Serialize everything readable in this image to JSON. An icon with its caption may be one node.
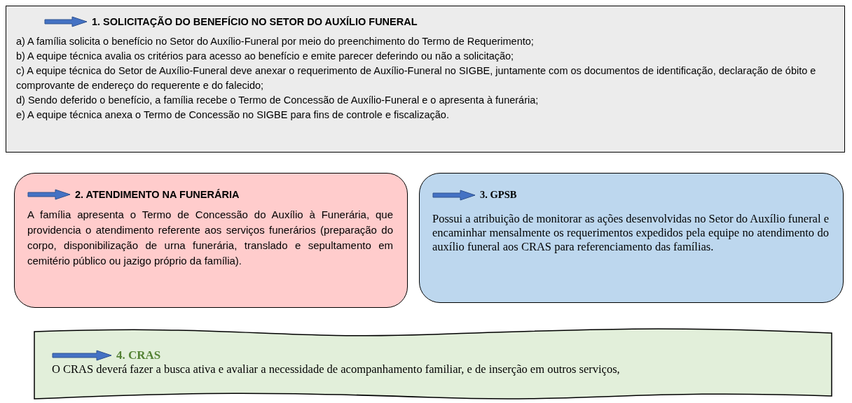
{
  "diagram": {
    "nodes": [
      {
        "text": [
          "1. SOLICITAÇÃO DO BENEFÍCIO NO SETOR DO AUXÍLIO FUNERAL",
          "a) A família solicita o benefício no Setor do Auxílio-Funeral por meio do preenchimento do Termo de Requerimento;",
          "b) A equipe técnica avalia os critérios para acesso ao benefício e emite parecer deferindo ou não a solicitação;",
          "c) A equipe técnica do Setor de Auxílio-Funeral deve anexar o requerimento de Auxílio-Funeral no SIGBE, juntamente com os documentos de identificação, declaração de óbito e comprovante de endereço do requerente e do falecido;",
          "d) Sendo deferido o benefício, a família recebe o Termo de Concessão de Auxílio-Funeral e o apresenta à funerária;",
          "e) A equipe técnica anexa o Termo de Concessão no SIGBE para fins de controle e fiscalização."
        ]
      },
      {
        "text": [
          "2. ATENDIMENTO NA FUNERÁRIA",
          "A família apresenta o Termo de Concessão do Auxílio à Funerária, que providencia o atendimento referente aos serviços funerários (preparação do corpo, disponibilização de urna funerária, translado e sepultamento em cemitério público ou jazigo próprio da família)."
        ]
      },
      {
        "text": [
          "3. GPSB",
          "Possui a atribuição de monitorar as ações desenvolvidas no Setor do Auxílio funeral e encaminhar mensalmente os requerimentos expedidos pela equipe no atendimento do auxílio funeral aos CRAS para referenciamento das famílias."
        ]
      },
      {
        "text": [
          "4. CRAS",
          "O CRAS deverá fazer a busca ativa e avaliar a necessidade de acompanhamento familiar, e de inserção em outros serviços,"
        ]
      }
    ]
  }
}
